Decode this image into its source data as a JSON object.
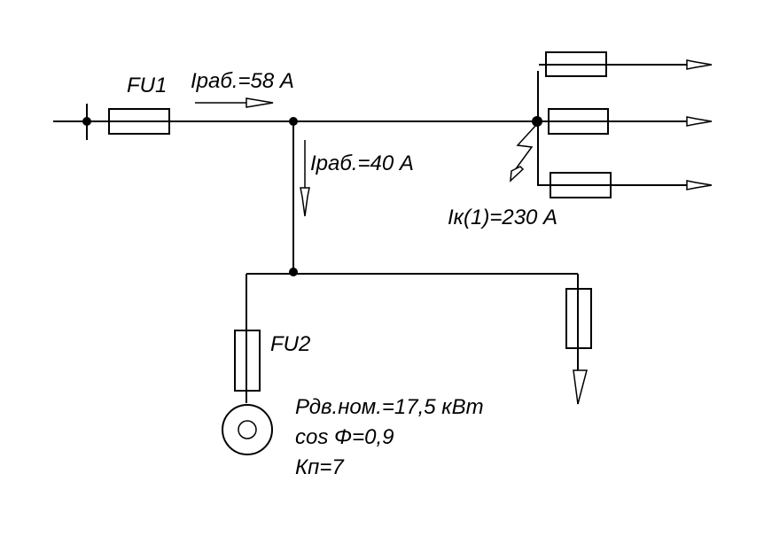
{
  "diagram": {
    "type": "electrical-single-line-schematic",
    "colors": {
      "line": "#000000",
      "background": "#ffffff"
    },
    "labels": {
      "fu1": "FU1",
      "fu2": "FU2",
      "i_main": "Iраб.=58 А",
      "i_branch": "Iраб.=40 А",
      "i_fault": "Iк(1)=230 А",
      "motor_power": "Рдв.ном.=17,5 кВт",
      "motor_cos": "cos Φ=0,9",
      "motor_kp": "Кп=7"
    },
    "components": [
      {
        "id": "fu1",
        "kind": "fuse",
        "label": "FU1"
      },
      {
        "id": "fu2",
        "kind": "fuse",
        "label": "FU2"
      },
      {
        "id": "fuse-out-1",
        "kind": "fuse"
      },
      {
        "id": "fuse-out-2",
        "kind": "fuse"
      },
      {
        "id": "fuse-out-3",
        "kind": "fuse"
      },
      {
        "id": "fuse-load",
        "kind": "fuse"
      },
      {
        "id": "motor",
        "kind": "motor"
      },
      {
        "id": "fault",
        "kind": "short-circuit-point"
      }
    ]
  }
}
